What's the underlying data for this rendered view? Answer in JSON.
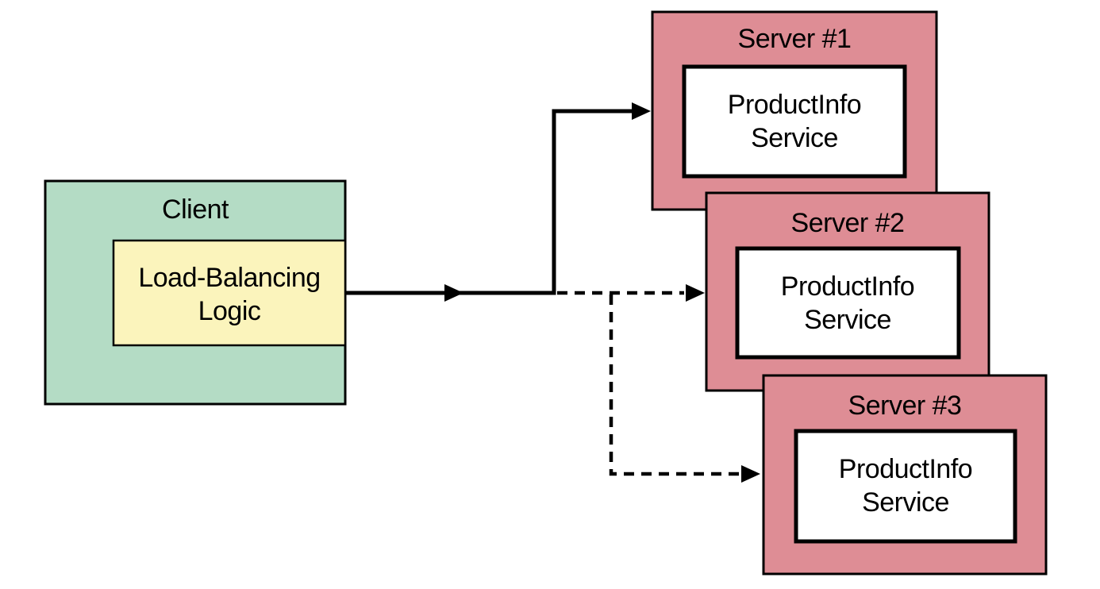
{
  "diagram": {
    "client": {
      "label": "Client",
      "logic_line1": "Load-Balancing",
      "logic_line2": "Logic"
    },
    "servers": [
      {
        "label": "Server #1",
        "service_line1": "ProductInfo",
        "service_line2": "Service"
      },
      {
        "label": "Server #2",
        "service_line1": "ProductInfo",
        "service_line2": "Service"
      },
      {
        "label": "Server #3",
        "service_line1": "ProductInfo",
        "service_line2": "Service"
      }
    ],
    "connections": [
      {
        "from": "Load-Balancing Logic",
        "to": "Server #1",
        "style": "solid"
      },
      {
        "from": "Load-Balancing Logic",
        "to": "Server #2",
        "style": "dashed"
      },
      {
        "from": "Load-Balancing Logic",
        "to": "Server #3",
        "style": "dashed"
      }
    ],
    "colors": {
      "client_fill": "#b4dcc5",
      "logic_fill": "#fbf4bc",
      "server_fill": "#de8d95",
      "service_fill": "#ffffff",
      "line": "#000000",
      "background": "#ffffff"
    }
  }
}
